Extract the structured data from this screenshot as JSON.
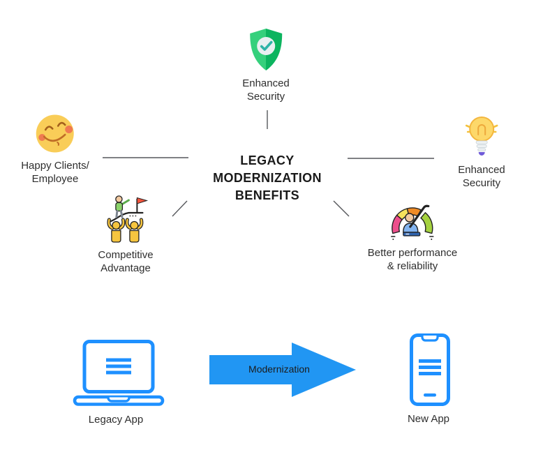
{
  "title": {
    "text": "LEGACY MODERNIZATION BENEFITS",
    "lines": [
      "LEGACY",
      "MODERNIZATION",
      "BENEFITS"
    ]
  },
  "benefits": [
    {
      "id": "enhanced-security-top",
      "icon": "shield-check-icon",
      "label_line1": "Enhanced",
      "label_line2": "Security"
    },
    {
      "id": "happy-clients",
      "icon": "smiley-face-icon",
      "label_line1": "Happy Clients/",
      "label_line2": "Employee"
    },
    {
      "id": "enhanced-security-right",
      "icon": "lightbulb-icon",
      "label_line1": "Enhanced",
      "label_line2": "Security"
    },
    {
      "id": "competitive-advantage",
      "icon": "winner-team-icon",
      "label_line1": "Competitive",
      "label_line2": "Advantage"
    },
    {
      "id": "better-performance",
      "icon": "performance-gauge-icon",
      "label_line1": "Better performance",
      "label_line2": "& reliability"
    }
  ],
  "transformation": {
    "legacy_label": "Legacy App",
    "arrow_label": "Modernization",
    "new_label": "New App"
  },
  "colors": {
    "accent_blue": "#1e90ff",
    "arrow_blue": "#2196f3",
    "shield_green_light": "#35d07c",
    "shield_green_dark": "#0cb45f",
    "check_teal": "#2fb3a8",
    "smiley_yellow": "#f9cd58",
    "blush_orange": "#ef7a50",
    "bulb_yellow": "#fdd86a",
    "bulb_tip_purple": "#6f5bd8",
    "flag_red": "#f4543c",
    "team_yellow": "#f6c53f",
    "shirt_green": "#8bd36a",
    "gauge_pink": "#ed4f8c",
    "gauge_yellow": "#f6e25c",
    "gauge_orange": "#ef8b25",
    "gauge_green": "#a5d23f",
    "gauge_shirt_blue": "#82b4f0",
    "connector_gray": "#55575b",
    "text_dark": "#2e2e2e"
  }
}
